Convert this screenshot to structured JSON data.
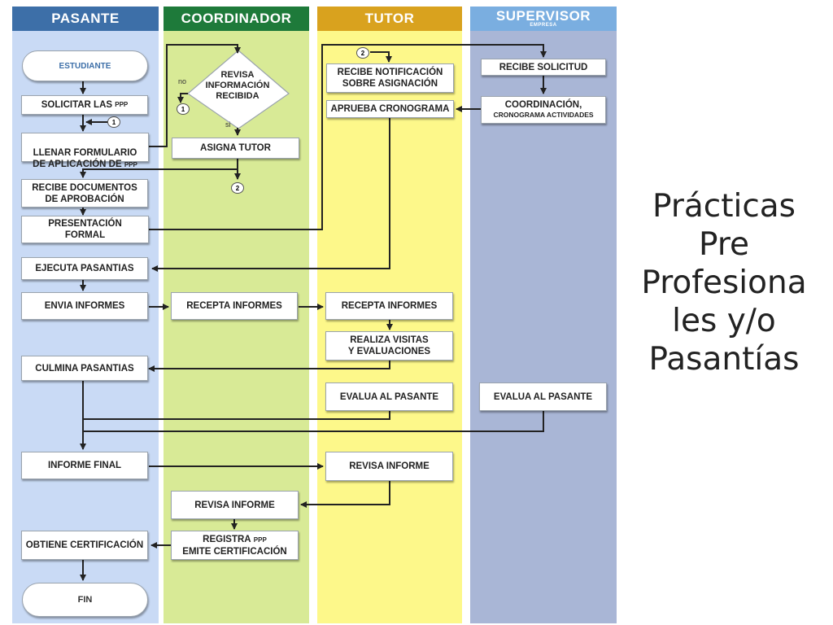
{
  "title": "Prácticas\nPre\nProfesiona\nles y/o\nPasantías",
  "lanes": {
    "pasante": {
      "label": "PASANTE",
      "head_color": "#3d6fa8",
      "body_color": "#c9daf5"
    },
    "coordinador": {
      "label": "COORDINADOR",
      "head_color": "#1e7a3a",
      "body_color": "#d8ea96"
    },
    "tutor": {
      "label": "TUTOR",
      "head_color": "#d9a21e",
      "body_color": "#fdf88a"
    },
    "supervisor": {
      "label": "SUPERVISOR",
      "sub": "EMPRESA",
      "head_color": "#7aaee0",
      "body_color": "#a9b6d6"
    }
  },
  "connectors": {
    "c1": "1",
    "c2": "2",
    "no": "no",
    "si": "si"
  },
  "pasante": {
    "estudiante": "ESTUDIANTE",
    "solicitar": "SOLICITAR LAS",
    "solicitar_ppp": "PPP",
    "llenar": "LLENAR FORMULARIO\nDE APLICACIÓN DE",
    "llenar_ppp": "PPP",
    "recibe_docs": "RECIBE DOCUMENTOS\nDE APROBACIÓN",
    "presentacion": "PRESENTACIÓN\nFORMAL",
    "ejecuta": "EJECUTA PASANTIAS",
    "envia": "ENVIA INFORMES",
    "culmina": "CULMINA PASANTIAS",
    "informe_final": "INFORME FINAL",
    "obtiene": "OBTIENE CERTIFICACIÓN",
    "fin": "FIN"
  },
  "coordinador": {
    "revisa_info": "REVISA\nINFORMACIÓN\nRECIBIDA",
    "asigna": "ASIGNA TUTOR",
    "recepta": "RECEPTA INFORMES",
    "revisa_informe": "REVISA INFORME",
    "registra": "REGISTRA",
    "registra_ppp": "PPP",
    "emite": "EMITE CERTIFICACIÓN"
  },
  "tutor": {
    "recibe_notif": "RECIBE NOTIFICACIÓN\nSOBRE ASIGNACIÓN",
    "aprueba": "APRUEBA CRONOGRAMA",
    "recepta": "RECEPTA INFORMES",
    "visitas": "REALIZA VISITAS\nY EVALUACIONES",
    "evalua": "EVALUA AL PASANTE",
    "revisa": "REVISA INFORME"
  },
  "supervisor": {
    "recibe": "RECIBE SOLICITUD",
    "coordinacion": "COORDINACIÓN,",
    "cronograma": "CRONOGRAMA ACTIVIDADES",
    "evalua": "EVALUA AL PASANTE"
  }
}
